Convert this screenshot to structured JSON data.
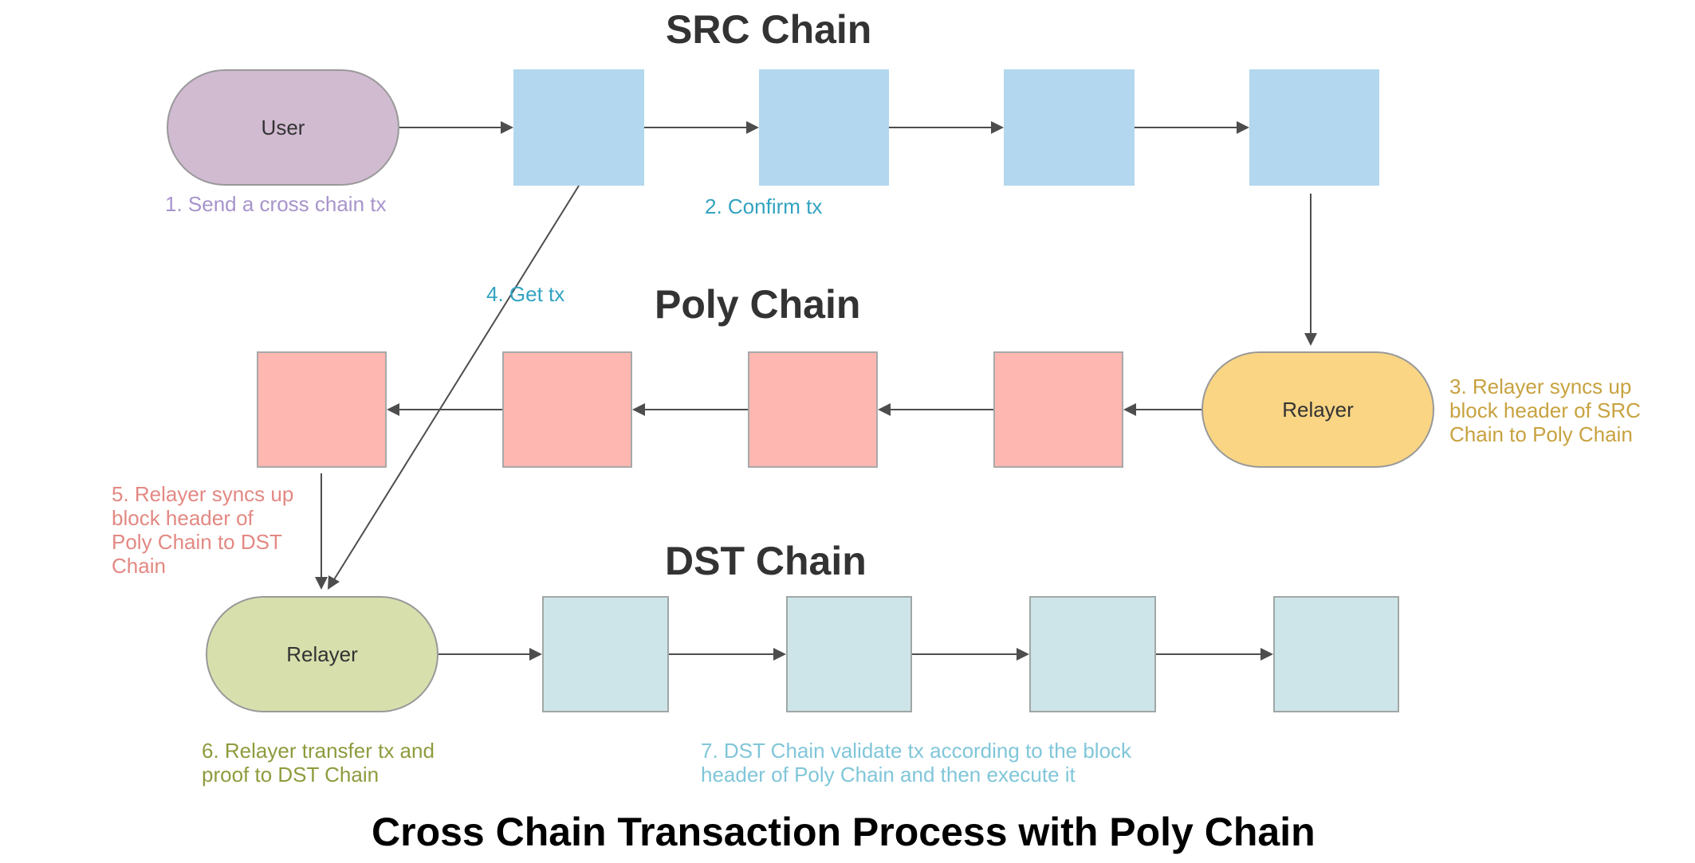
{
  "titles": {
    "src_chain": "SRC Chain",
    "poly_chain": "Poly Chain",
    "dst_chain": "DST Chain",
    "main": "Cross Chain Transaction Process with Poly Chain"
  },
  "nodes": {
    "user": "User",
    "relayer_src": "Relayer",
    "relayer_dst": "Relayer"
  },
  "steps": {
    "step1": "1. Send a cross chain tx",
    "step2": "2. Confirm tx",
    "step3": "3. Relayer syncs up\nblock header of SRC\nChain to Poly Chain",
    "step4": "4. Get tx",
    "step5": "5. Relayer syncs up\nblock header of\nPoly Chain to DST\nChain",
    "step6": "6. Relayer transfer tx and\nproof to DST Chain",
    "step7": "7. DST Chain validate tx according to the block\nheader of Poly Chain and then execute it"
  },
  "colors": {
    "user_fill": "#d1bbd1",
    "relayer_src_fill": "#f9d584",
    "relayer_dst_fill": "#d7e0ad",
    "src_block": "#b3d7ee",
    "poly_block": "#feb8b1",
    "dst_block": "#cde5e8",
    "step1": "#a794cb",
    "step2_4": "#33a3c1",
    "step3": "#c7a23f",
    "step5": "#e38883",
    "step6": "#8f9b3d",
    "step7": "#80c6d9",
    "arrow": "#4d4d4d"
  }
}
